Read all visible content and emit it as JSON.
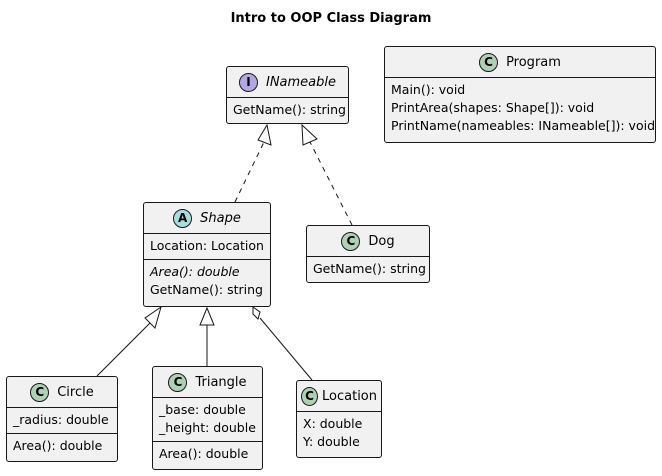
{
  "title": "Intro to OOP Class Diagram",
  "colors": {
    "class_badge": "#add1b2",
    "abstract_badge": "#a9dcdf",
    "interface_badge": "#b4a7e5",
    "box_fill": "#f1f1f1",
    "border": "#181818"
  },
  "classes": {
    "inameable": {
      "badge": "I",
      "name": "INameable",
      "methods": [
        "GetName(): string"
      ]
    },
    "program": {
      "badge": "C",
      "name": "Program",
      "methods": [
        "Main(): void",
        "PrintArea(shapes: Shape[]): void",
        "PrintName(nameables: INameable[]): void"
      ]
    },
    "shape": {
      "badge": "A",
      "name": "Shape",
      "fields": [
        "Location: Location"
      ],
      "methods": [
        "Area(): double",
        "GetName(): string"
      ]
    },
    "dog": {
      "badge": "C",
      "name": "Dog",
      "methods": [
        "GetName(): string"
      ]
    },
    "circle": {
      "badge": "C",
      "name": "Circle",
      "fields": [
        "_radius: double"
      ],
      "methods": [
        "Area(): double"
      ]
    },
    "triangle": {
      "badge": "C",
      "name": "Triangle",
      "fields": [
        "_base: double",
        "_height: double"
      ],
      "methods": [
        "Area(): double"
      ]
    },
    "location": {
      "badge": "C",
      "name": "Location",
      "fields": [
        "X: double",
        "Y: double"
      ]
    }
  }
}
